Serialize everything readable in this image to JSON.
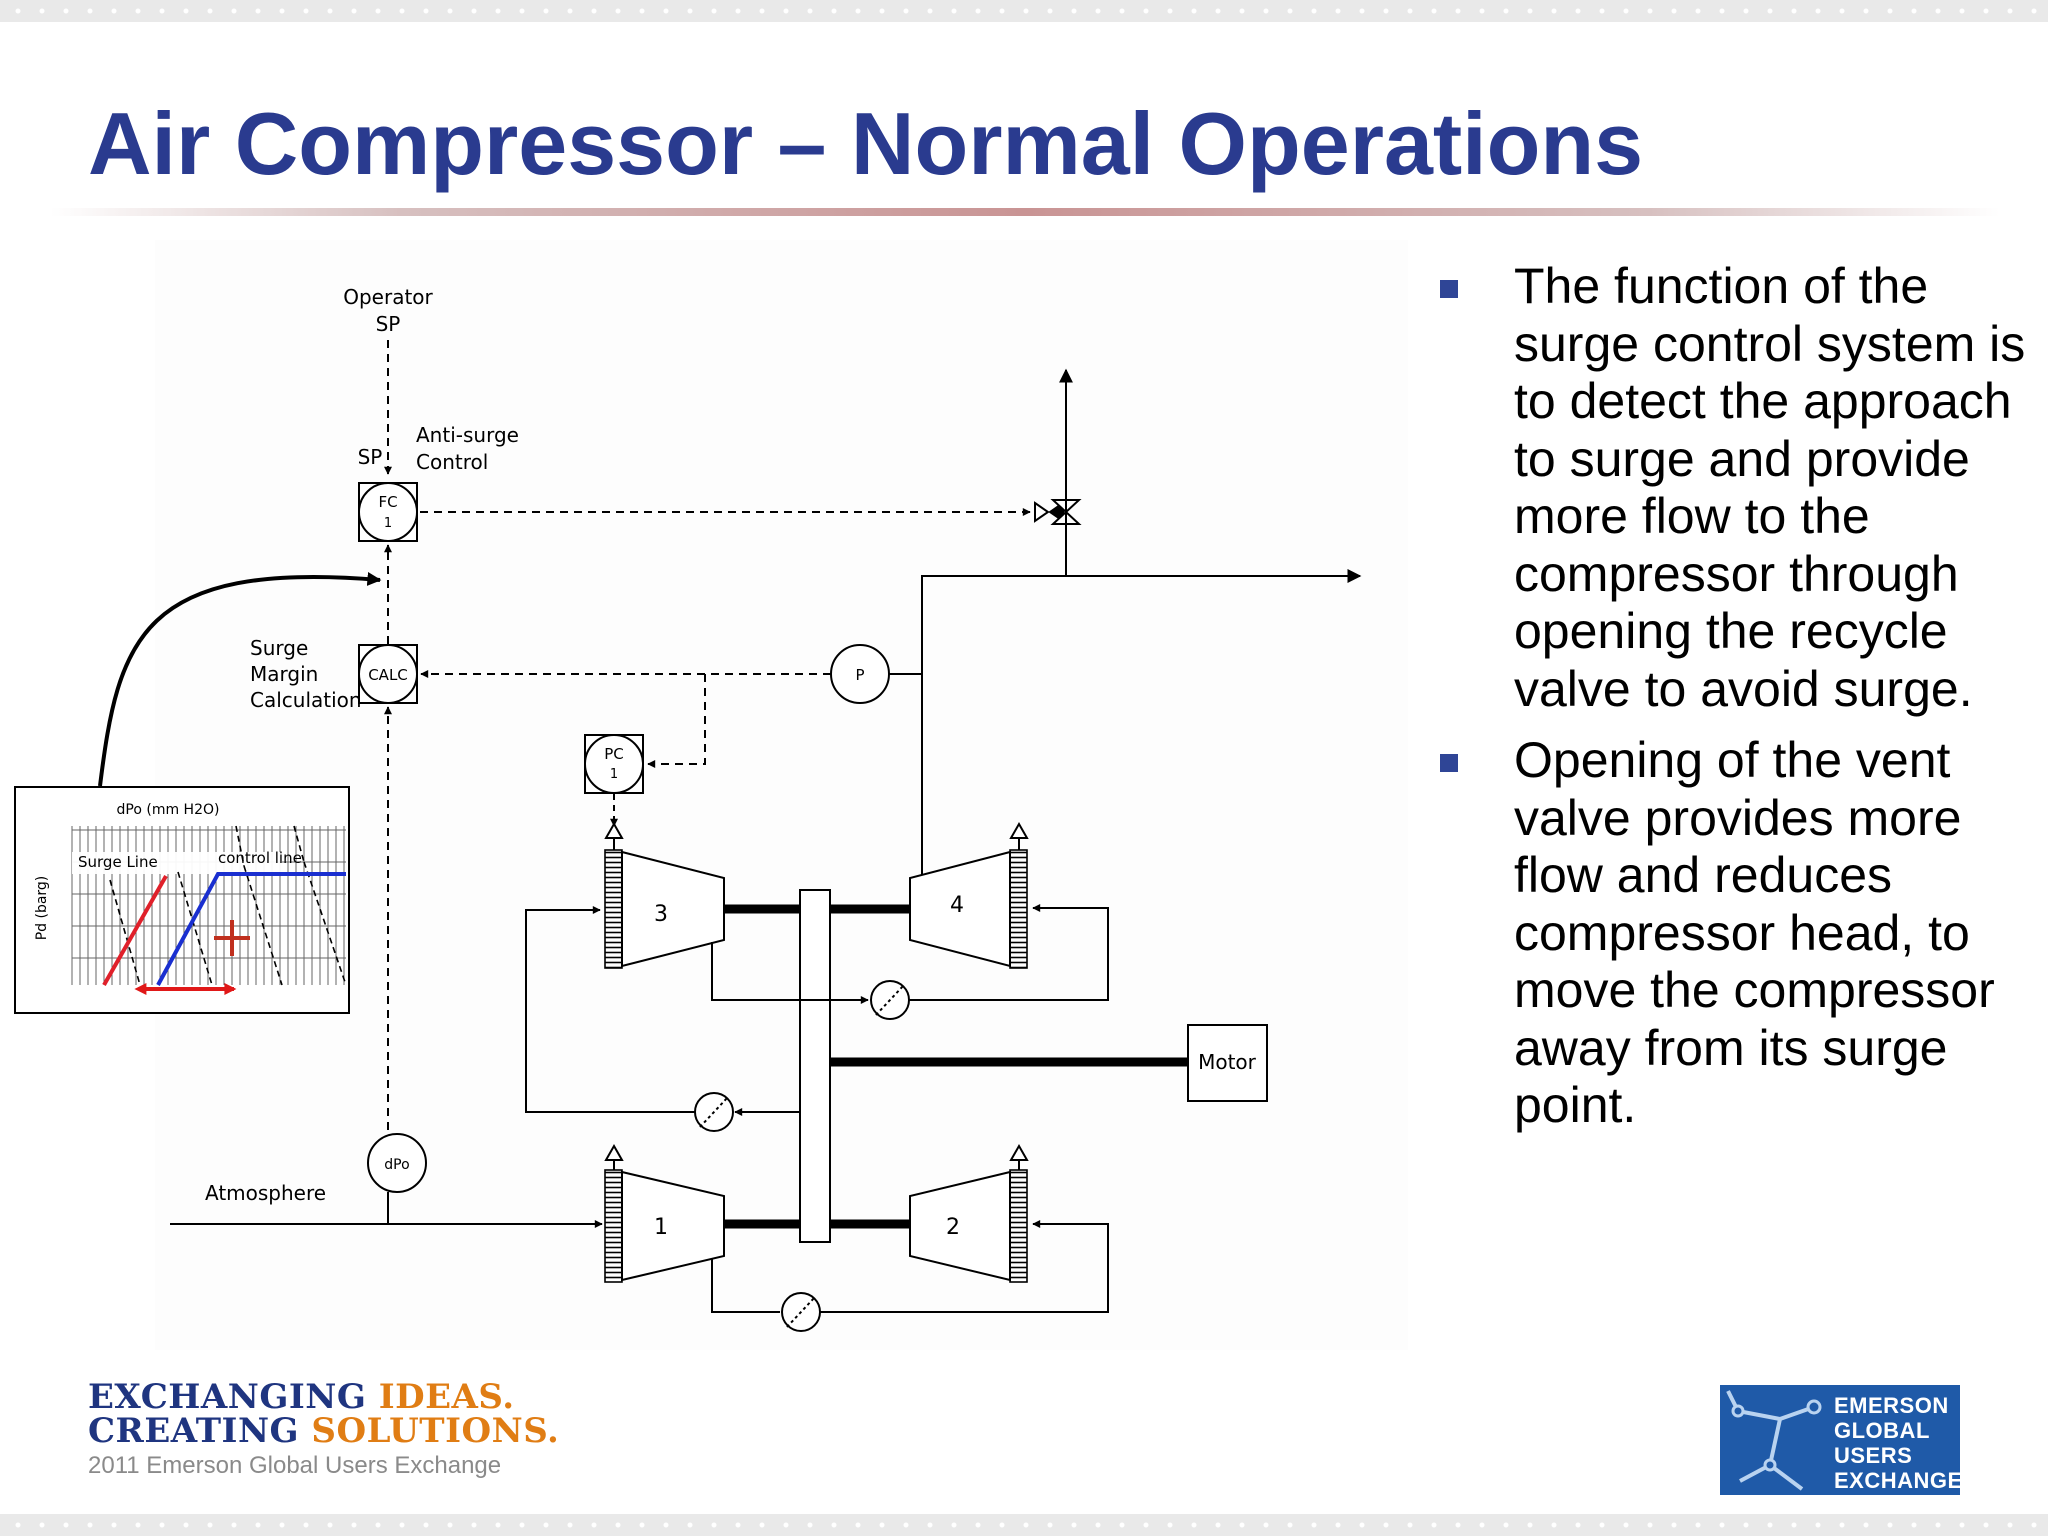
{
  "slide": {
    "title": "Air Compressor – Normal Operations",
    "bullets": [
      "The function of the surge control system is to detect the approach to surge and provide more flow to the compressor through opening the recycle valve to avoid surge.",
      "Opening of the vent valve provides more flow and reduces compressor head, to move the compressor away from its surge point."
    ]
  },
  "diagram": {
    "labels": {
      "operator": "Operator",
      "operator_sp": "SP",
      "sp": "SP",
      "anti_surge_1": "Anti-surge",
      "anti_surge_2": "Control",
      "fc": "FC",
      "fc_num": "1",
      "surge_1": "Surge",
      "surge_2": "Margin",
      "surge_3": "Calculation",
      "calc": "CALC",
      "p": "P",
      "pc": "PC",
      "pc_num": "1",
      "dpo": "dPo",
      "atmosphere": "Atmosphere",
      "motor": "Motor",
      "stage_1": "1",
      "stage_2": "2",
      "stage_3": "3",
      "stage_4": "4"
    },
    "inset": {
      "top_label": "dPo (mm H2O)",
      "y_label": "Pd (barg)",
      "surge_line": "Surge Line",
      "control_line": "control line"
    },
    "colors": {
      "surge_line": "#e0202a",
      "control_line": "#1a2fd0",
      "margin_arrow": "#e01818",
      "plus_marker": "#c0301e"
    }
  },
  "footer": {
    "tagline_1a": "EXCHANGING",
    "tagline_1b": "IDEAS.",
    "tagline_2a": "CREATING",
    "tagline_2b": "SOLUTIONS.",
    "tagline_3": "2011 Emerson Global Users Exchange",
    "logo": [
      "EMERSON",
      "GLOBAL",
      "USERS",
      "EXCHANGE"
    ]
  },
  "theme": {
    "title_color": "#2a3b8f",
    "bullet_color": "#2f4596",
    "tagline_navy": "#1f3580",
    "tagline_orange": "#e07d14",
    "logo_bg": "#1f5aa8"
  }
}
